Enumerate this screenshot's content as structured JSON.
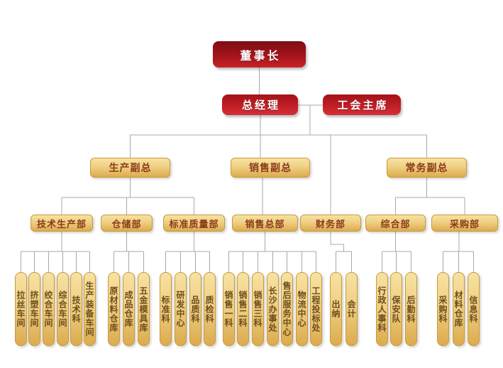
{
  "org": {
    "chairman": {
      "label": "董事长"
    },
    "general_manager": {
      "label": "总经理"
    },
    "union_chairman": {
      "label": "工会主席"
    },
    "vps": {
      "production": {
        "label": "生产副总"
      },
      "sales": {
        "label": "销售副总"
      },
      "executive": {
        "label": "常务副总"
      }
    },
    "departments": {
      "tech_production": {
        "label": "技术生产部"
      },
      "warehousing": {
        "label": "仓储部"
      },
      "standards_quality": {
        "label": "标准质量部"
      },
      "sales_hq": {
        "label": "销售总部"
      },
      "finance": {
        "label": "财务部"
      },
      "general_affairs": {
        "label": "综合部"
      },
      "procurement": {
        "label": "采购部"
      }
    },
    "sections": {
      "tech_production": [
        "拉丝车间",
        "挤塑车间",
        "绞合车间",
        "综合车间",
        "技术科",
        "生产装备车间"
      ],
      "warehousing": [
        "原材料仓库",
        "成品仓库",
        "五金模具库"
      ],
      "standards_quality": [
        "标准科",
        "研发中心",
        "品质科",
        "质检科"
      ],
      "sales_hq": [
        "销售一科",
        "销售二科",
        "销售三科",
        "长沙办事处",
        "售后服务中心",
        "物流中心",
        "工程投标处"
      ],
      "finance": [
        "出纳",
        "会计"
      ],
      "general_affairs": [
        "行政人事科",
        "保安队",
        "后勤科"
      ],
      "procurement": [
        "采购科",
        "材料仓库",
        "信息科"
      ]
    }
  },
  "colors": {
    "executive_red_dark": "#7e0d13",
    "executive_red": "#ca2128",
    "manager_red": "#d23036",
    "dept_gold_light": "#f7e2a2",
    "dept_gold_dark": "#dcab4e",
    "dept_gold_border": "#c79a3e",
    "dept_text_brown": "#8a3a1a",
    "section_text_brown": "#6e4e1e",
    "connector_gray": "#a9a9a9",
    "background": "#ffffff"
  }
}
